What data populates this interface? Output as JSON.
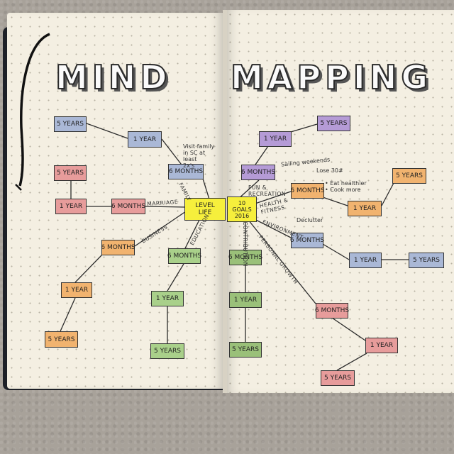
{
  "title_left": "MIND",
  "title_right": "MAPPING",
  "center": {
    "left": "LEVEL\nLIFE",
    "right": "10\nGOALS\n2016"
  },
  "boxes": {
    "fam_5y": "5 YEARS",
    "fam_1y": "1 YEAR",
    "fam_6m": "6 MONTHS",
    "mar_5y": "5 YEARS",
    "mar_1y": "1 YEAR",
    "mar_6m": "6 MONTHS",
    "bus_6m": "6 MONTHS",
    "bus_1y": "1 YEAR",
    "bus_5y": "5 YEARS",
    "edu_6m": "6 MONTHS",
    "edu_1y": "1 YEAR",
    "edu_5y": "5 YEARS",
    "fun_1y": "1 YEAR",
    "fun_5y": "5 YEARS",
    "fun_6m": "6 MONTHS",
    "hea_6m": "6 MONTHS",
    "hea_1y": "1 YEAR",
    "hea_5y": "5 YEARS",
    "env_6m": "6 MONTHS",
    "env_1y": "1 YEAR",
    "env_5y": "5 YEARS",
    "con_6m": "6 MONTHS",
    "con_1y": "1 YEAR",
    "con_5y": "5 YEARS",
    "per_6m": "6 MONTHS",
    "per_1y": "1 YEAR",
    "per_5y": "5 YEARS"
  },
  "branches": {
    "family": "FAMILY",
    "marriage": "MARRIAGE",
    "business": "BUSINESS",
    "education": "EDUCATION",
    "fun": "FUN &\nRECREATION",
    "health": "HEALTH &\nFITNESS",
    "environment": "ENVIRONMENT",
    "contribution": "CONTRIBUTION",
    "personal": "PERSONAL GROWTH"
  },
  "notes": {
    "visit": "Visit family\nin SC at\nleast\n2x's",
    "sailing": "Sailing weekends",
    "lose": "Lose 30#",
    "eat": "• Eat healthier\n• Cook more",
    "declutter": "Declutter"
  },
  "colors": {
    "page": "#f4efe2",
    "blue": "#aab8d6",
    "red": "#e79c9b",
    "orange": "#f1b36f",
    "green": "#a9d08a",
    "purple": "#b59bd6",
    "yellow": "#f6ef3c",
    "wgreen": "#9ac079"
  }
}
